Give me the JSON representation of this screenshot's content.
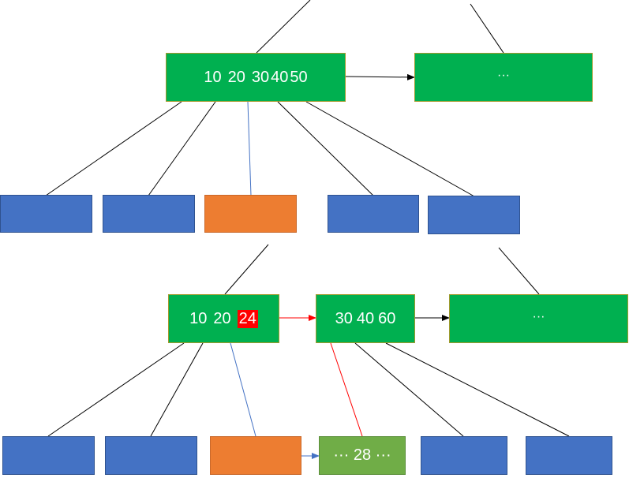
{
  "top_row": {
    "main_node": {
      "keys": [
        "10",
        "20",
        "30",
        "40",
        "50"
      ]
    },
    "next_node": {
      "text": "···"
    }
  },
  "bottom_row": {
    "main_node": {
      "keys": [
        "10",
        "20"
      ],
      "highlight_key": "24"
    },
    "second_node": {
      "keys": [
        "30",
        "40",
        "60"
      ]
    },
    "next_node": {
      "text": "···"
    }
  },
  "leaf_node": {
    "text": "··· 28 ···"
  },
  "colors": {
    "internal_node": "#00b050",
    "leaf_block": "#4472c4",
    "selected_block": "#ed7d31",
    "target_leaf": "#70ad47",
    "highlight_key_bg": "#ff0000",
    "highlight_link": "#ff0000"
  }
}
